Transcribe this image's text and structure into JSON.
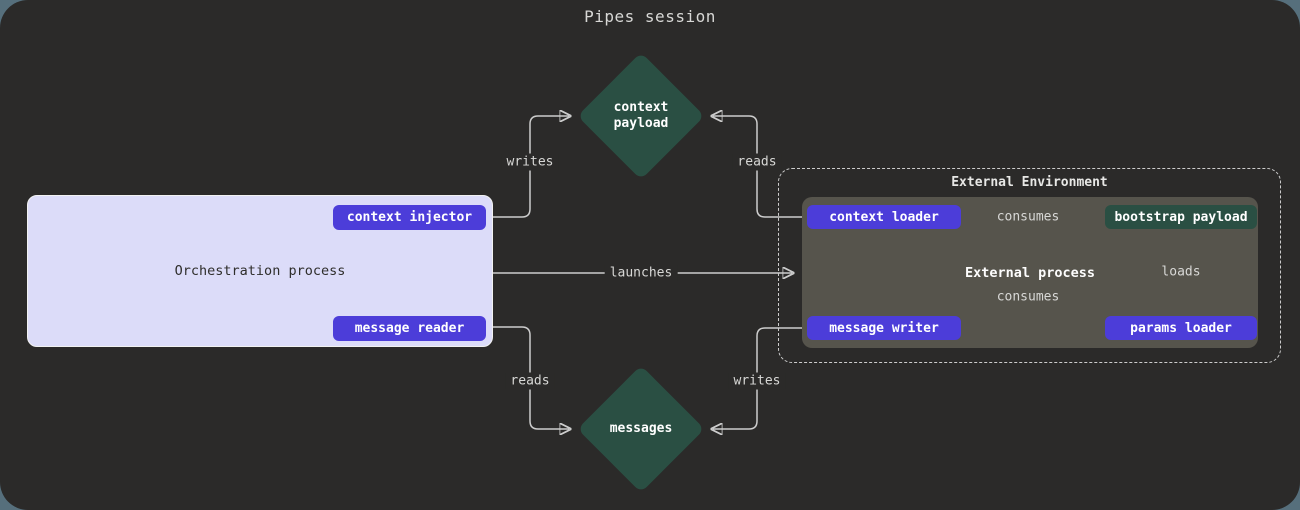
{
  "title": "Pipes session",
  "nodes": {
    "context_payload": "context\npayload",
    "messages": "messages",
    "orchestration": {
      "label": "Orchestration process",
      "context_injector": "context injector",
      "message_reader": "message reader"
    },
    "external": {
      "environment_label": "External Environment",
      "process_label": "External process",
      "context_loader": "context loader",
      "bootstrap_payload": "bootstrap payload",
      "message_writer": "message writer",
      "params_loader": "params loader"
    }
  },
  "edges": {
    "writes_top": "writes",
    "reads_top": "reads",
    "launches": "launches",
    "consumes_top": "consumes",
    "consumes_bottom": "consumes",
    "loads": "loads",
    "reads_bottom": "reads",
    "writes_bottom": "writes"
  },
  "colors": {
    "canvas_background": "#2b2a29",
    "outside_background": "#566f7c",
    "accent_purple": "#4c3dd9",
    "accent_teal": "#2a4f43",
    "orchestration_fill": "#dcdcf9",
    "external_process_fill": "#56544c",
    "line": "#cdcdcd"
  }
}
